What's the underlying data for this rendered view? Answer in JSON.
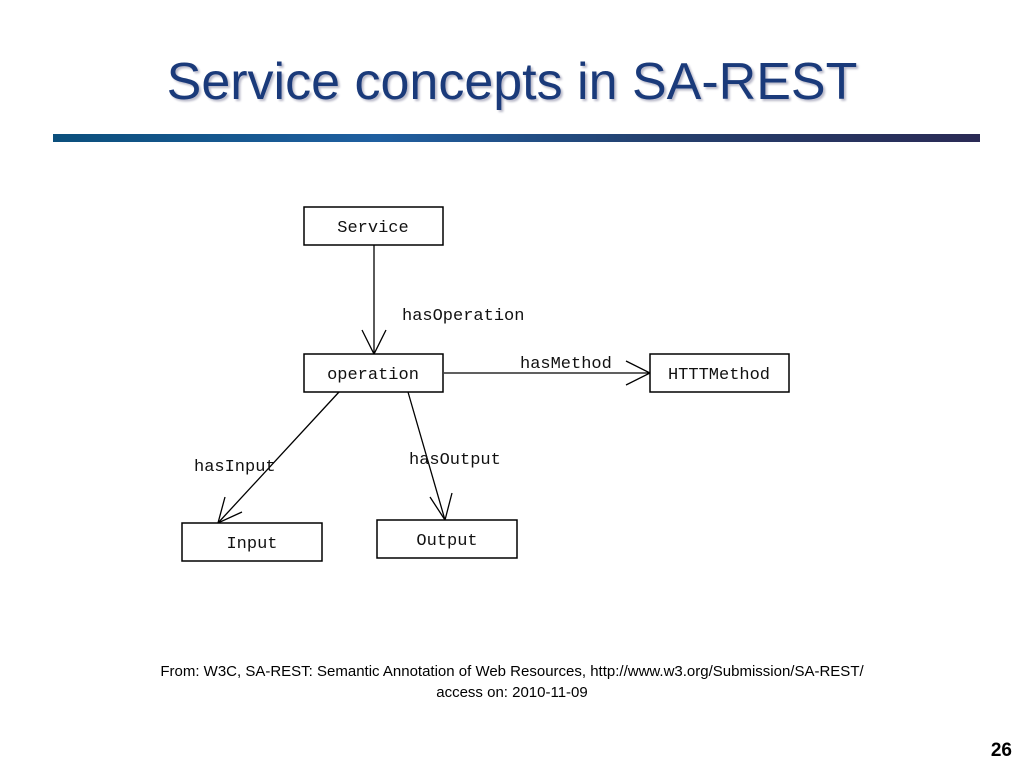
{
  "slide": {
    "title": "Service concepts in SA-REST",
    "page_number": "26"
  },
  "diagram": {
    "nodes": {
      "service": "Service",
      "operation": "operation",
      "httpmethod": "HTTTMethod",
      "input": "Input",
      "output": "Output"
    },
    "edges": {
      "has_operation": "hasOperation",
      "has_method": "hasMethod",
      "has_input": "hasInput",
      "has_output": "hasOutput"
    }
  },
  "caption": {
    "line1": "From: W3C, SA-REST: Semantic Annotation of Web Resources, http://www.w3.org/Submission/SA-REST/",
    "line2": "access on: 2010-11-09"
  }
}
